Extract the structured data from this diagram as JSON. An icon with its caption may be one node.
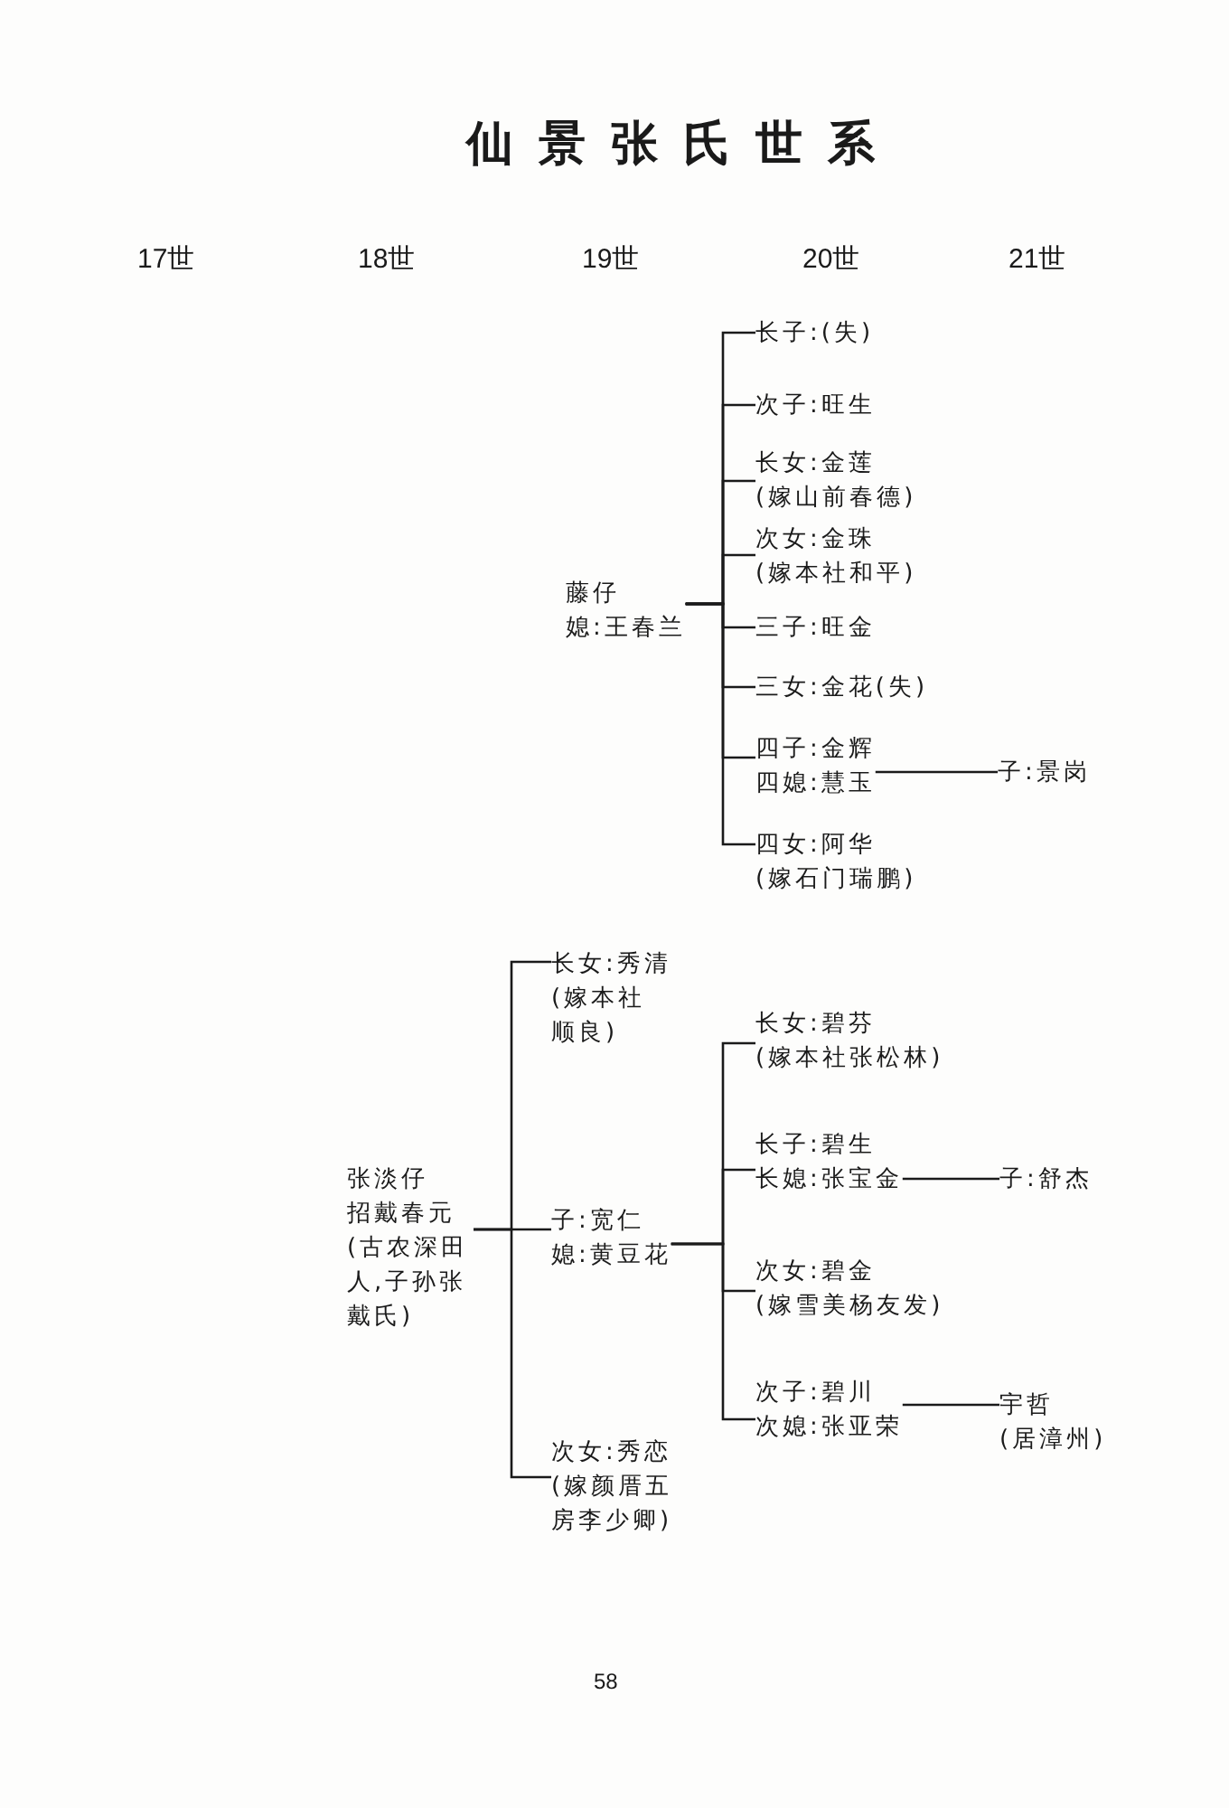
{
  "diagram": {
    "title": "仙景张氏世系",
    "nodes": [
      {
        "text": [
          "藤仔",
          "媳:王春兰"
        ]
      },
      {
        "text": [
          "长子:(失)"
        ]
      },
      {
        "text": [
          "次子:旺生"
        ]
      },
      {
        "text": [
          "长女:金莲",
          "(嫁山前春德)"
        ]
      },
      {
        "text": [
          "次女:金珠",
          "(嫁本社和平)"
        ]
      },
      {
        "text": [
          "三子:旺金"
        ]
      },
      {
        "text": [
          "三女:金花(失)"
        ]
      },
      {
        "text": [
          "四子:金辉",
          "四媳:慧玉"
        ]
      },
      {
        "text": [
          "子:景岗"
        ]
      },
      {
        "text": [
          "四女:阿华",
          "(嫁石门瑞鹏)"
        ]
      },
      {
        "text": [
          "张淡仔",
          "招戴春元",
          "(古农深田人,子孙张戴氏)"
        ]
      },
      {
        "text": [
          "长女:秀清",
          "(嫁本社顺良)"
        ]
      },
      {
        "text": [
          "子:宽仁",
          "媳:黄豆花"
        ]
      },
      {
        "text": [
          "次女:秀恋",
          "(嫁颜厝五房李少卿)"
        ]
      },
      {
        "text": [
          "长女:碧芬",
          "(嫁本社张松林)"
        ]
      },
      {
        "text": [
          "长子:碧生",
          "长媳:张宝金"
        ]
      },
      {
        "text": [
          "子:舒杰"
        ]
      },
      {
        "text": [
          "次女:碧金",
          "(嫁雪美杨友发)"
        ]
      },
      {
        "text": [
          "次子:碧川",
          "次媳:张亚荣"
        ]
      },
      {
        "text": [
          "宇哲",
          "(居漳州)"
        ]
      }
    ],
    "edges": [
      {
        "from": 0,
        "to": 1,
        "arrow": "none"
      },
      {
        "from": 0,
        "to": 2,
        "arrow": "none"
      },
      {
        "from": 0,
        "to": 3,
        "arrow": "none"
      },
      {
        "from": 0,
        "to": 4,
        "arrow": "none"
      },
      {
        "from": 0,
        "to": 5,
        "arrow": "none"
      },
      {
        "from": 0,
        "to": 6,
        "arrow": "none"
      },
      {
        "from": 0,
        "to": 7,
        "arrow": "none"
      },
      {
        "from": 7,
        "to": 8,
        "arrow": "none"
      },
      {
        "from": 0,
        "to": 9,
        "arrow": "none"
      },
      {
        "from": 10,
        "to": 11,
        "arrow": "none"
      },
      {
        "from": 10,
        "to": 12,
        "arrow": "none"
      },
      {
        "from": 10,
        "to": 13,
        "arrow": "none"
      },
      {
        "from": 12,
        "to": 14,
        "arrow": "none"
      },
      {
        "from": 12,
        "to": 15,
        "arrow": "none"
      },
      {
        "from": 15,
        "to": 16,
        "arrow": "none"
      },
      {
        "from": 12,
        "to": 17,
        "arrow": "none"
      },
      {
        "from": 12,
        "to": 18,
        "arrow": "none"
      },
      {
        "from": 18,
        "to": 19,
        "arrow": "none"
      }
    ],
    "labels": [
      "17世",
      "18世",
      "19世",
      "20世",
      "21世",
      "58"
    ]
  }
}
